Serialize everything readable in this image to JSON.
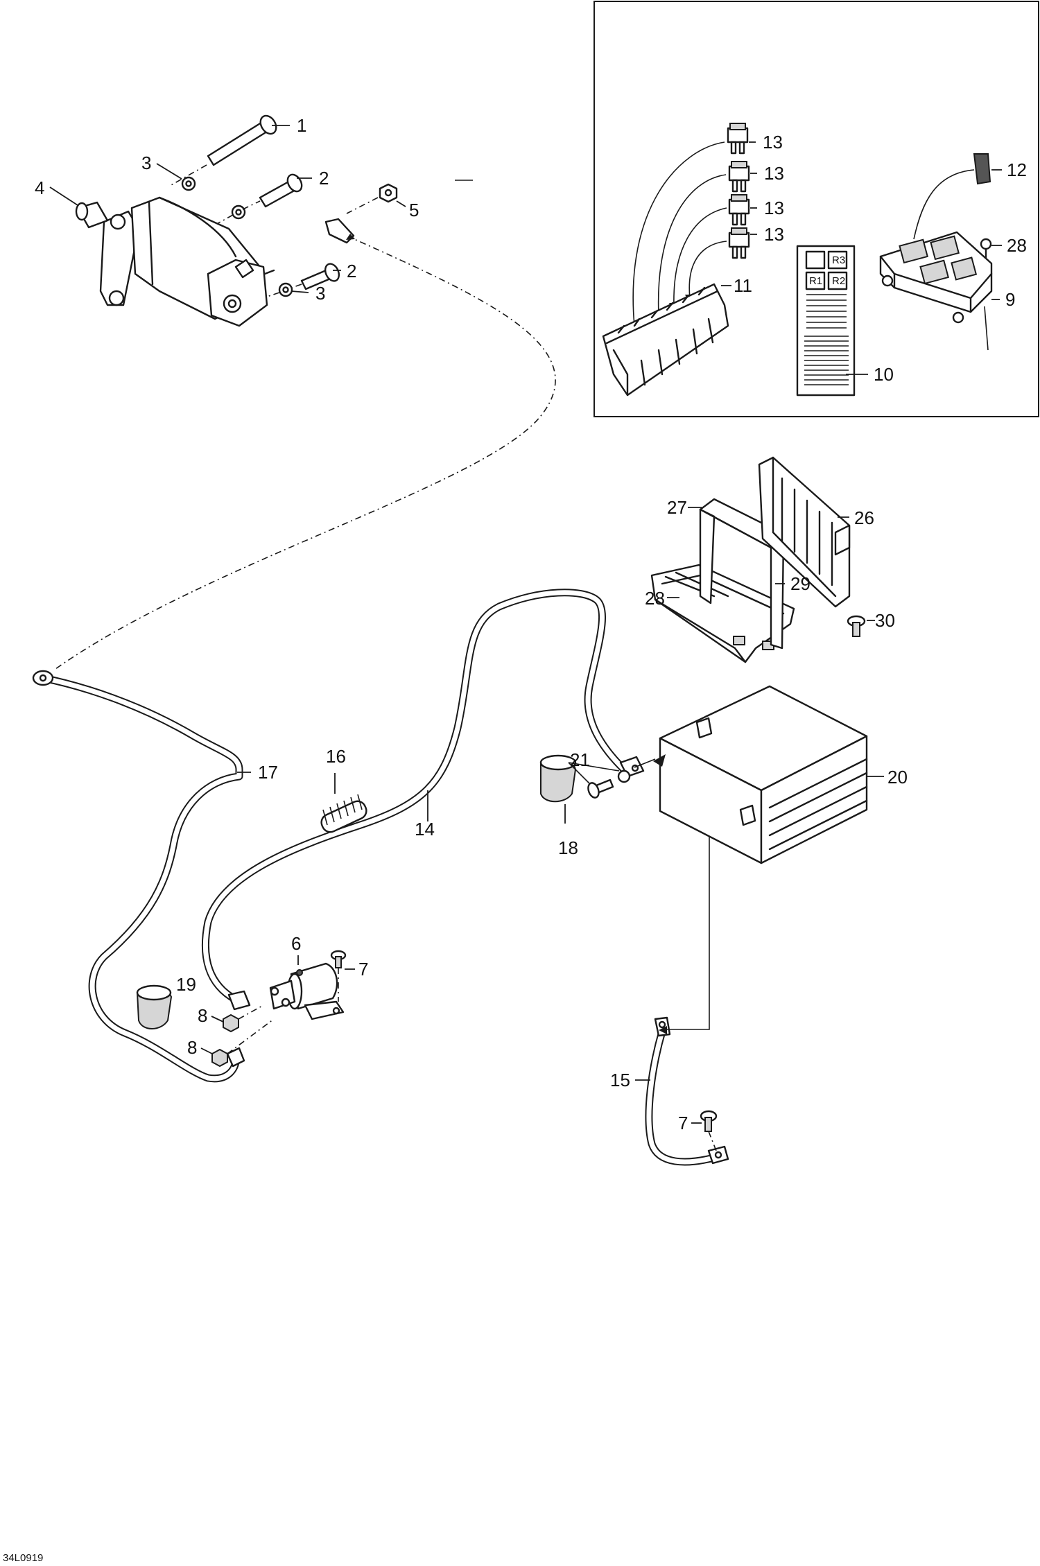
{
  "diagram": {
    "drawing_code": "34L0919",
    "callouts": {
      "c1": "1",
      "c2a": "2",
      "c2b": "2",
      "c3a": "3",
      "c3b": "3",
      "c4": "4",
      "c5": "5",
      "c6": "6",
      "c7a": "7",
      "c7b": "7",
      "c8a": "8",
      "c8b": "8",
      "c9": "9",
      "c10": "10",
      "c11": "11",
      "c12": "12",
      "c13a": "13",
      "c13b": "13",
      "c13c": "13",
      "c13d": "13",
      "c14": "14",
      "c15": "15",
      "c16": "16",
      "c17": "17",
      "c18": "18",
      "c19": "19",
      "c20": "20",
      "c21": "21",
      "c26": "26",
      "c27": "27",
      "c28a": "28",
      "c28b": "28",
      "c29": "29",
      "c30": "30"
    },
    "fuse_label": {
      "r1": "R1",
      "r2": "R2",
      "r3": "R3"
    }
  }
}
